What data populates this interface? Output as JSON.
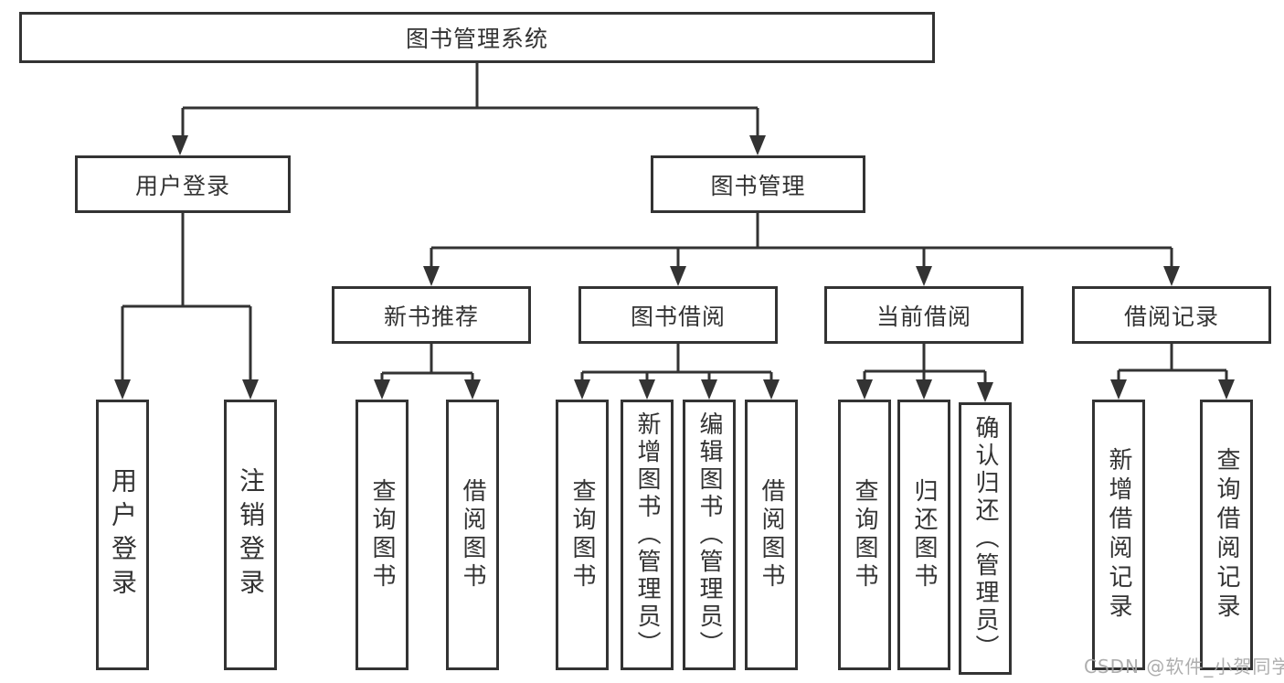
{
  "diagram": {
    "root_label": "图书管理系统",
    "branches": [
      {
        "label": "用户登录",
        "children": [
          "用户登录",
          "注销登录"
        ]
      },
      {
        "label": "图书管理",
        "sections": [
          {
            "label": "新书推荐",
            "children": [
              "查询图书",
              "借阅图书"
            ]
          },
          {
            "label": "图书借阅",
            "children": [
              "查询图书",
              "新增图书（管理员）",
              "编辑图书（管理员）",
              "借阅图书"
            ]
          },
          {
            "label": "当前借阅",
            "children": [
              "查询图书",
              "归还图书",
              "确认归还（管理员）"
            ]
          },
          {
            "label": "借阅记录",
            "children": [
              "新增借阅记录",
              "查询借阅记录"
            ]
          }
        ]
      }
    ],
    "watermark_text": "CSDN @软件_小贺同学",
    "colors": {
      "line": "#333333",
      "box_border": "#333333",
      "text": "#333333",
      "background": "#ffffff",
      "watermark": "#a5a5a5"
    }
  }
}
